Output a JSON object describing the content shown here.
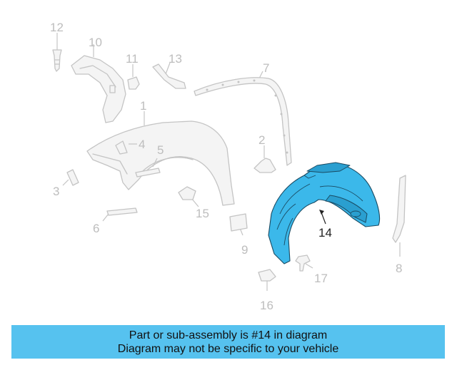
{
  "diagram": {
    "highlighted_part": "14",
    "callouts": [
      {
        "id": "c12",
        "label": "12",
        "highlight": false
      },
      {
        "id": "c10",
        "label": "10",
        "highlight": false
      },
      {
        "id": "c11",
        "label": "11",
        "highlight": false
      },
      {
        "id": "c13",
        "label": "13",
        "highlight": false
      },
      {
        "id": "c7",
        "label": "7",
        "highlight": false
      },
      {
        "id": "c1",
        "label": "1",
        "highlight": false
      },
      {
        "id": "c4",
        "label": "4",
        "highlight": false
      },
      {
        "id": "c5",
        "label": "5",
        "highlight": false
      },
      {
        "id": "c2",
        "label": "2",
        "highlight": false
      },
      {
        "id": "c3",
        "label": "3",
        "highlight": false
      },
      {
        "id": "c15",
        "label": "15",
        "highlight": false
      },
      {
        "id": "c6",
        "label": "6",
        "highlight": false
      },
      {
        "id": "c14",
        "label": "14",
        "highlight": true
      },
      {
        "id": "c9",
        "label": "9",
        "highlight": false
      },
      {
        "id": "c8",
        "label": "8",
        "highlight": false
      },
      {
        "id": "c17",
        "label": "17",
        "highlight": false
      },
      {
        "id": "c16",
        "label": "16",
        "highlight": false
      }
    ],
    "colors": {
      "highlight": "#3bb8ea",
      "ghost": "#c4c4c4",
      "banner": "#56c2ef"
    }
  },
  "banner": {
    "line1": "Part or sub-assembly is #14 in diagram",
    "line2": "Diagram may not be specific to your vehicle"
  }
}
